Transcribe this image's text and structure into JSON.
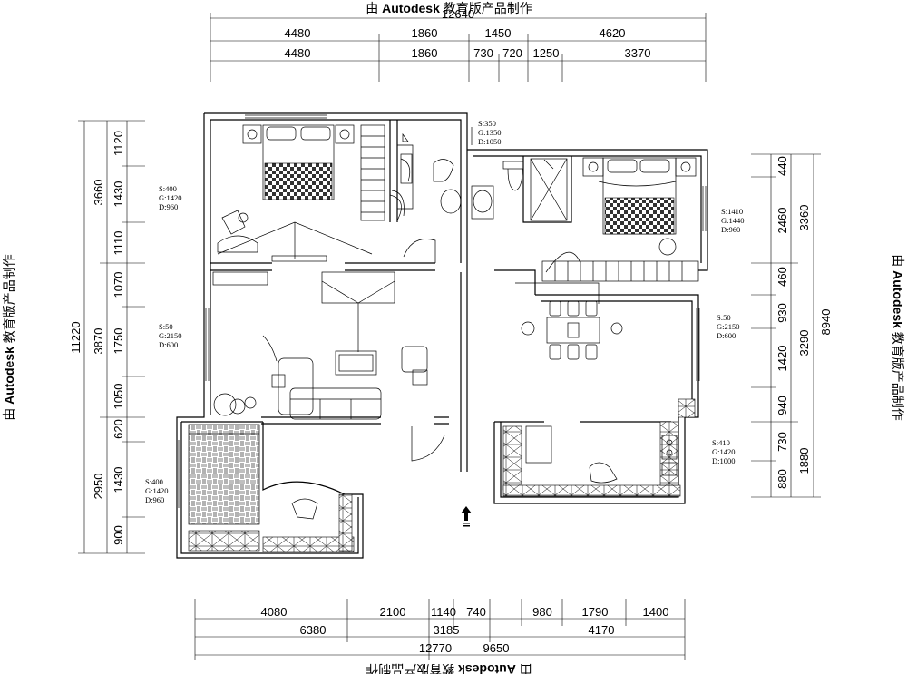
{
  "watermark": {
    "top": "由 Autodesk 教育版产品制作",
    "left": "由 Autodesk 教育版产品制作",
    "right": "由 Autodesk 教育版产品制作",
    "bottom": "由 Autodesk 教育版产品制作"
  },
  "dims_top": {
    "overall": "12640",
    "row1": [
      "4480",
      "1860",
      "1450",
      "4620"
    ],
    "row2": [
      "4480",
      "1860",
      "730",
      "720",
      "1250",
      "3370"
    ]
  },
  "dims_left": {
    "overall": "11220",
    "row1": [
      "3660",
      "3870",
      "2950"
    ],
    "row2": [
      "1120",
      "1430",
      "1110",
      "1070",
      "1750",
      "1050",
      "620",
      "1430",
      "900"
    ]
  },
  "dims_right": {
    "overall": "8940",
    "row1": [
      "3360",
      "3290",
      "1880"
    ],
    "row2": [
      "440",
      "2460",
      "460",
      "930",
      "1420",
      "940",
      "730",
      "880"
    ]
  },
  "dims_bottom": {
    "row1": [
      "4080",
      "2100",
      "1140",
      "740",
      "980",
      "1790",
      "1400"
    ],
    "row2": [
      "6380",
      "3185",
      "4170"
    ],
    "row3": [
      "12770",
      "9650"
    ]
  },
  "room_notes": [
    [
      "S:400",
      "G:1420",
      "D:960"
    ],
    [
      "S:350",
      "G:1350",
      "D:1050"
    ],
    [
      "S:1410",
      "G:1440",
      "D:960"
    ],
    [
      "S:50",
      "G:2150",
      "D:600"
    ],
    [
      "S:50",
      "G:2150",
      "D:600"
    ],
    [
      "S:410",
      "G:1420",
      "D:1000"
    ],
    [
      "S:400",
      "G:1420",
      "D:960"
    ]
  ]
}
